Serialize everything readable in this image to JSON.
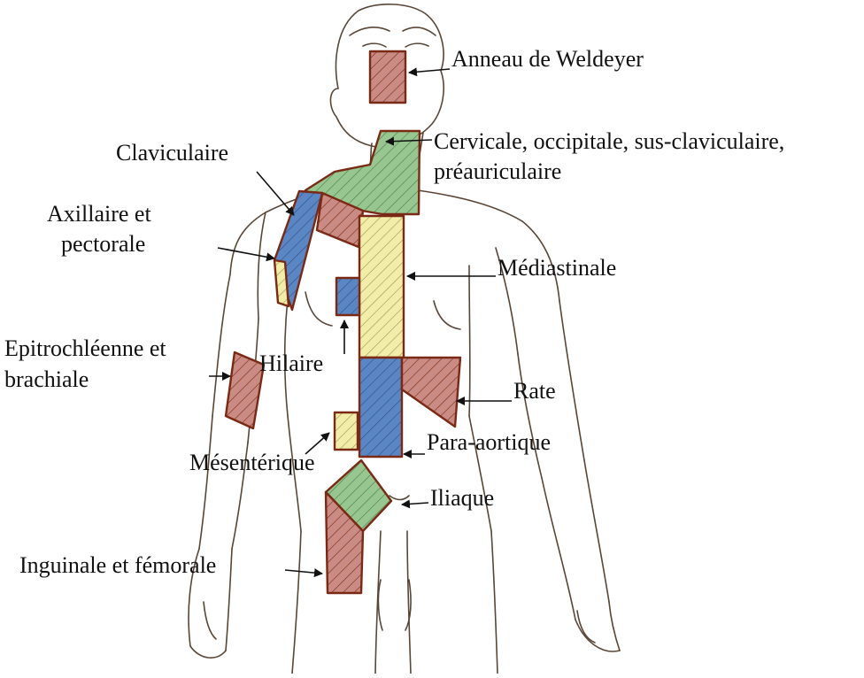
{
  "labels": {
    "weldeyer": "Anneau de Weldeyer",
    "cervical_1": "Cervicale, occipitale, sus-claviculaire,",
    "cervical_2": "préauriculaire",
    "claviculaire": "Claviculaire",
    "axillaire_1": "Axillaire et",
    "axillaire_2": "pectorale",
    "mediastinale": "Médiastinale",
    "epitro_1": "Epitrochléenne et",
    "epitro_2": "brachiale",
    "hilaire": "Hilaire",
    "rate": "Rate",
    "mesenterique": "Mésentérique",
    "para_aortique": "Para-aortique",
    "iliaque": "Iliaque",
    "inguinale": "Inguinale et fémorale"
  },
  "colors": {
    "red_region": "#c98b84",
    "green_region": "#97c690",
    "blue_region": "#5a86c4",
    "yellow_region": "#f2eeaa",
    "region_border": "#7a2a14",
    "outline": "#5a4636"
  }
}
